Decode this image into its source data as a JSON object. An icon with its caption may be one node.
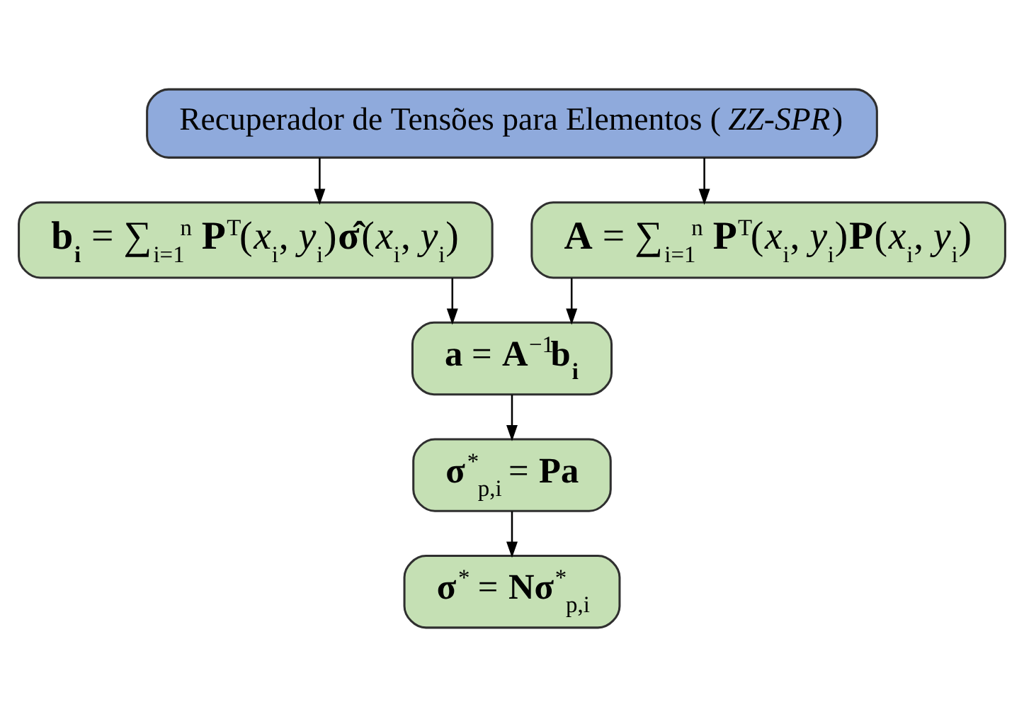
{
  "diagram": {
    "nodes": [
      {
        "text": [
          "Recuperador de Tensões para Elementos (*ZZ-SPR*)"
        ]
      },
      {
        "text": [
          "**b$_{i}$** = ∑$_{i=1}$$^{n}$ **P**$^{T}$(*x*$_{i}$, *y*$_{i}$)**σ̂**(*x*$_{i}$, *y*$_{i}$)"
        ]
      },
      {
        "text": [
          "**A** = ∑$_{i=1}$$^{n}$ **P**$^{T}$(*x*$_{i}$, *y*$_{i}$)**P**(*x*$_{i}$, *y*$_{i}$)"
        ]
      },
      {
        "text": [
          "**a** = **A**$^{−1}$**b$_{i}$**"
        ]
      },
      {
        "text": [
          "**σ**$^{*}$$_{p,i}$ = **Pa**"
        ]
      },
      {
        "text": [
          "**σ**$^{*}$ = **Nσ**$^{*}$$_{p,i}$"
        ]
      }
    ],
    "edges": [
      {
        "from": 0,
        "to": 1,
        "arrow": "to"
      },
      {
        "from": 0,
        "to": 2,
        "arrow": "to"
      },
      {
        "from": 1,
        "to": 3,
        "arrow": "to"
      },
      {
        "from": 2,
        "to": 3,
        "arrow": "to"
      },
      {
        "from": 3,
        "to": 4,
        "arrow": "to"
      },
      {
        "from": 4,
        "to": 5,
        "arrow": "to"
      }
    ]
  }
}
